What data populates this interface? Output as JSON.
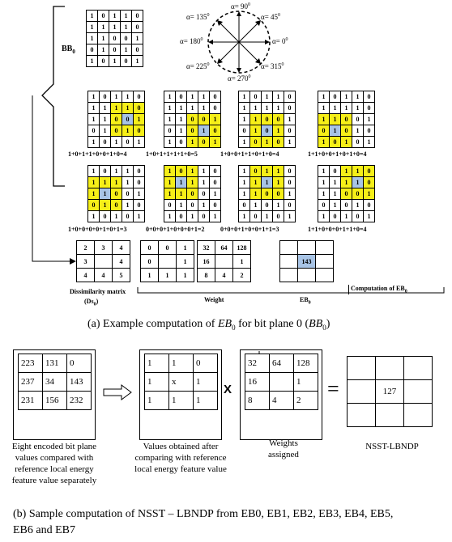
{
  "part_a": {
    "bb_label": "BB",
    "bb_sub": "0",
    "bb_matrix": [
      [
        1,
        0,
        1,
        1,
        0
      ],
      [
        1,
        1,
        1,
        1,
        0
      ],
      [
        1,
        1,
        0,
        0,
        1
      ],
      [
        0,
        1,
        0,
        1,
        0
      ],
      [
        1,
        0,
        1,
        0,
        1
      ]
    ],
    "directions": [
      {
        "alpha": "α= 90",
        "sup": "0"
      },
      {
        "alpha": "α= 45",
        "sup": "0"
      },
      {
        "alpha": "α= 0",
        "sup": "0"
      },
      {
        "alpha": "α= 315",
        "sup": "0"
      },
      {
        "alpha": "α= 270",
        "sup": "0"
      },
      {
        "alpha": "α= 225",
        "sup": "0"
      },
      {
        "alpha": "α= 180",
        "sup": "0"
      },
      {
        "alpha": "α= 135",
        "sup": "0"
      }
    ],
    "grid_row1": [
      {
        "sum": "1+0+1+1+0+0+1+0=4",
        "hl": [
          [
            1,
            2
          ],
          [
            1,
            3
          ],
          [
            1,
            4
          ],
          [
            2,
            2
          ],
          [
            2,
            4
          ],
          [
            3,
            2
          ],
          [
            3,
            3
          ],
          [
            3,
            4
          ]
        ],
        "center": [
          2,
          3
        ]
      },
      {
        "sum": "1+0+1+1+1+1+0=5",
        "hl": [
          [
            2,
            2
          ],
          [
            2,
            3
          ],
          [
            2,
            4
          ],
          [
            3,
            2
          ],
          [
            3,
            4
          ],
          [
            4,
            2
          ],
          [
            4,
            3
          ],
          [
            4,
            4
          ]
        ],
        "center": [
          3,
          3
        ]
      },
      {
        "sum": "1+0+0+1+1+0+1+0=4",
        "hl": [
          [
            2,
            1
          ],
          [
            2,
            2
          ],
          [
            2,
            3
          ],
          [
            3,
            1
          ],
          [
            3,
            3
          ],
          [
            4,
            1
          ],
          [
            4,
            2
          ],
          [
            4,
            3
          ]
        ],
        "center": [
          3,
          2
        ]
      },
      {
        "sum": "1+1+0+0+1+0+1+0=4",
        "hl": [
          [
            2,
            0
          ],
          [
            2,
            1
          ],
          [
            2,
            2
          ],
          [
            3,
            0
          ],
          [
            3,
            2
          ],
          [
            4,
            0
          ],
          [
            4,
            1
          ],
          [
            4,
            2
          ]
        ],
        "center": [
          3,
          1
        ]
      }
    ],
    "grid_row2": [
      {
        "sum": "1+0+0+0+0+1+0+1=3",
        "hl": [
          [
            1,
            0
          ],
          [
            1,
            1
          ],
          [
            1,
            2
          ],
          [
            2,
            0
          ],
          [
            2,
            2
          ],
          [
            3,
            0
          ],
          [
            3,
            1
          ],
          [
            3,
            2
          ]
        ],
        "center": [
          2,
          1
        ]
      },
      {
        "sum": "0+0+0+1+0+0+0+1=2",
        "hl": [
          [
            0,
            0
          ],
          [
            0,
            1
          ],
          [
            0,
            2
          ],
          [
            1,
            0
          ],
          [
            1,
            2
          ],
          [
            2,
            0
          ],
          [
            2,
            1
          ],
          [
            2,
            2
          ]
        ],
        "center": [
          1,
          1
        ]
      },
      {
        "sum": "0+0+0+1+0+0+1+1=3",
        "hl": [
          [
            0,
            1
          ],
          [
            0,
            2
          ],
          [
            0,
            3
          ],
          [
            1,
            1
          ],
          [
            1,
            3
          ],
          [
            2,
            1
          ],
          [
            2,
            2
          ],
          [
            2,
            3
          ]
        ],
        "center": [
          1,
          2
        ]
      },
      {
        "sum": "1+1+0+0+0+1+1+0=4",
        "hl": [
          [
            0,
            2
          ],
          [
            0,
            3
          ],
          [
            0,
            4
          ],
          [
            1,
            2
          ],
          [
            1,
            4
          ],
          [
            2,
            2
          ],
          [
            2,
            3
          ],
          [
            2,
            4
          ]
        ],
        "center": [
          1,
          3
        ]
      }
    ],
    "ds_matrix": [
      [
        "2",
        "3",
        "4"
      ],
      [
        "3",
        "",
        "4"
      ],
      [
        "4",
        "4",
        "5"
      ]
    ],
    "binary_matrix": [
      [
        "0",
        "0",
        "1"
      ],
      [
        "0",
        "",
        "1"
      ],
      [
        "1",
        "1",
        "1"
      ]
    ],
    "weight_matrix": [
      [
        "32",
        "64",
        "128"
      ],
      [
        "16",
        "",
        "1"
      ],
      [
        "8",
        "4",
        "2"
      ]
    ],
    "eb_matrix": [
      [
        "",
        "",
        ""
      ],
      [
        "",
        "143",
        ""
      ],
      [
        "",
        "",
        ""
      ]
    ],
    "dissimilarity_label": "Dissimilarity matrix",
    "ds_label": "(Ds",
    "ds_sub": "0",
    "ds_close": ")",
    "weight_label": "Weight",
    "eb_label": "EB",
    "eb_sub": "0",
    "computation_label": "Computation of EB",
    "computation_sub": "0",
    "caption_pre": "(a)  Example computation of ",
    "caption_eb": "EB",
    "caption_eb_sub": "0",
    "caption_mid": " for bit plane 0 (",
    "caption_bb": "BB",
    "caption_bb_sub": "0",
    "caption_end": ")"
  },
  "part_b": {
    "encoded_matrix": [
      [
        "223",
        "131",
        "0"
      ],
      [
        "237",
        "34",
        "143"
      ],
      [
        "231",
        "156",
        "232"
      ]
    ],
    "compared_matrix": [
      [
        "1",
        "1",
        "0"
      ],
      [
        "1",
        "x",
        "1"
      ],
      [
        "1",
        "1",
        "1"
      ]
    ],
    "multiply_symbol": "X",
    "weights_matrix": [
      [
        "32",
        "64",
        "128"
      ],
      [
        "16",
        "",
        "1"
      ],
      [
        "8",
        "4",
        "2"
      ]
    ],
    "equals_symbol": "=",
    "result_matrix": [
      [
        "",
        "",
        ""
      ],
      [
        "",
        "127",
        ""
      ],
      [
        "",
        "",
        ""
      ]
    ],
    "desc_encoded": "Eight encoded bit plane values compared with reference local energy feature value separately",
    "desc_compared": "Values obtained after comparing with reference local energy feature value",
    "desc_weights": "Weights assigned",
    "desc_result": "NSST-LBNDP",
    "caption_line1": "(b)  Sample computation of NSST – LBNDP from EB0, EB1, EB2, EB3, EB4, EB5,",
    "caption_line2": "EB6 and EB7"
  }
}
